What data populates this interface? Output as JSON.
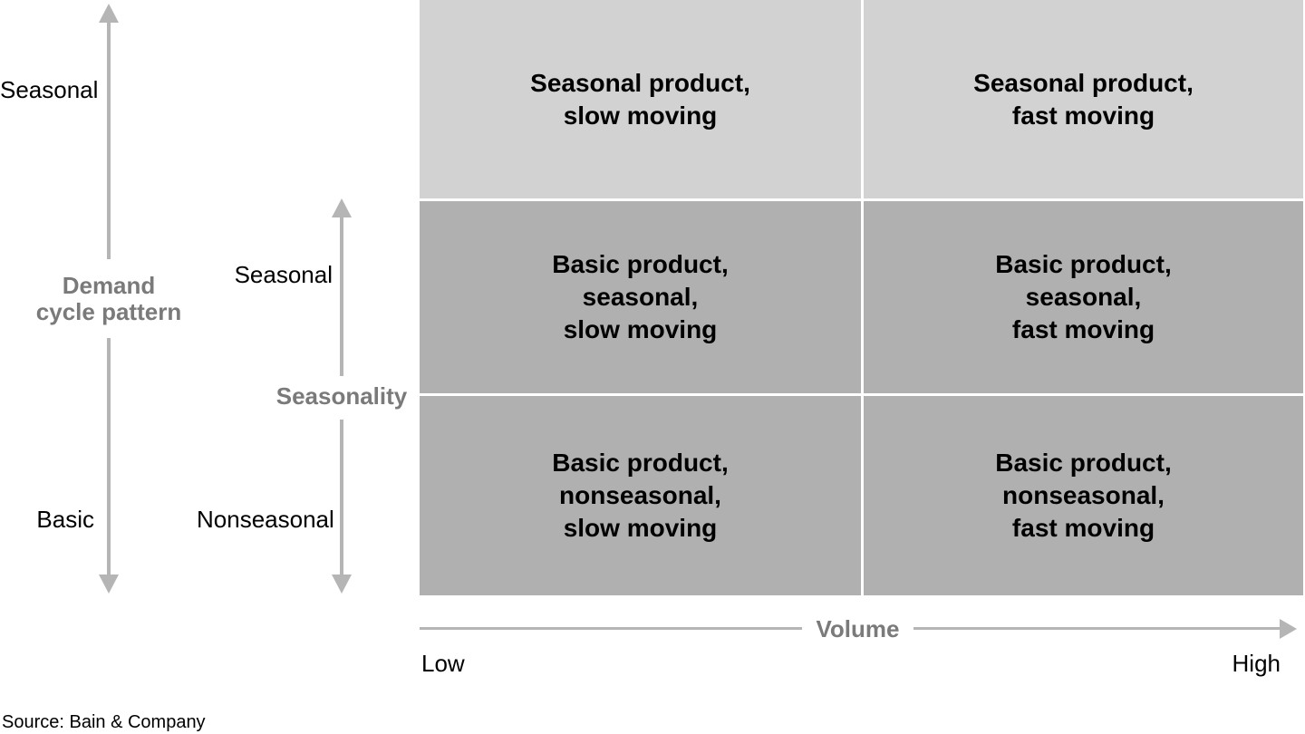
{
  "page": {
    "source_note": "Source: Bain & Company"
  },
  "colors": {
    "page_bg": "#ffffff",
    "light_cell": "#d2d2d2",
    "dark_cell": "#b0b0b0",
    "arrow": "#b5b5b5",
    "axis_label": "#7a7a7a",
    "text": "#000000",
    "divider": "#ffffff"
  },
  "axes": {
    "demand_cycle": {
      "title_lines": [
        "Demand",
        "cycle pattern"
      ],
      "top_label": "Seasonal",
      "bottom_label": "Basic"
    },
    "seasonality": {
      "title": "Seasonality",
      "top_label": "Seasonal",
      "bottom_label": "Nonseasonal"
    },
    "volume": {
      "title": "Volume",
      "left_label": "Low",
      "right_label": "High"
    }
  },
  "matrix": {
    "rows": [
      {
        "shade": "light",
        "cells": [
          {
            "lines": [
              "Seasonal product,",
              "slow moving"
            ]
          },
          {
            "lines": [
              "Seasonal product,",
              "fast moving"
            ]
          }
        ]
      },
      {
        "shade": "dark",
        "cells": [
          {
            "lines": [
              "Basic product,",
              "seasonal,",
              "slow moving"
            ]
          },
          {
            "lines": [
              "Basic product,",
              "seasonal,",
              "fast moving"
            ]
          }
        ]
      },
      {
        "shade": "dark",
        "cells": [
          {
            "lines": [
              "Basic product,",
              "nonseasonal,",
              "slow moving"
            ]
          },
          {
            "lines": [
              "Basic product,",
              "nonseasonal,",
              "fast moving"
            ]
          }
        ]
      }
    ]
  }
}
